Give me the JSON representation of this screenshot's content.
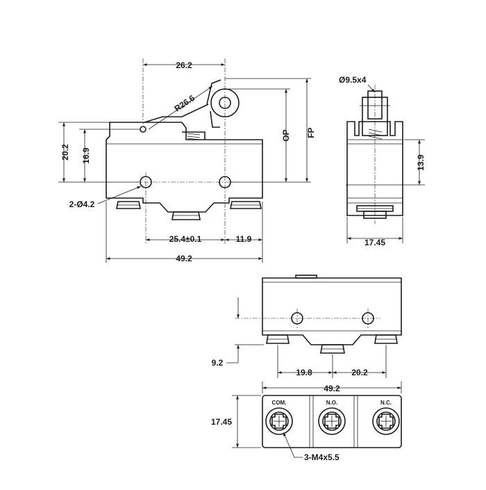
{
  "side_view": {
    "dims": {
      "top_width": "26.2",
      "radius": "R26.6",
      "op": "OP",
      "fp": "FP",
      "height_total": "20.2",
      "height_body": "16.9",
      "hole_spec": "2-Ø4.2",
      "hole_spacing": "25.4±0.1",
      "hole_offset": "11.9",
      "overall_width": "49.2"
    }
  },
  "end_view": {
    "dims": {
      "roller": "Ø9.5x4",
      "hole_height": "13.9",
      "depth": "17.45"
    }
  },
  "front_view": {
    "dims": {
      "terminal_height": "9.2",
      "pitch_left": "19.8",
      "pitch_right": "20.2"
    }
  },
  "bottom_view": {
    "dims": {
      "width": "49.2",
      "depth": "17.45",
      "screw_spec": "3-M4x5.5"
    },
    "terminals": [
      "COM.",
      "N.O.",
      "N.C."
    ]
  }
}
